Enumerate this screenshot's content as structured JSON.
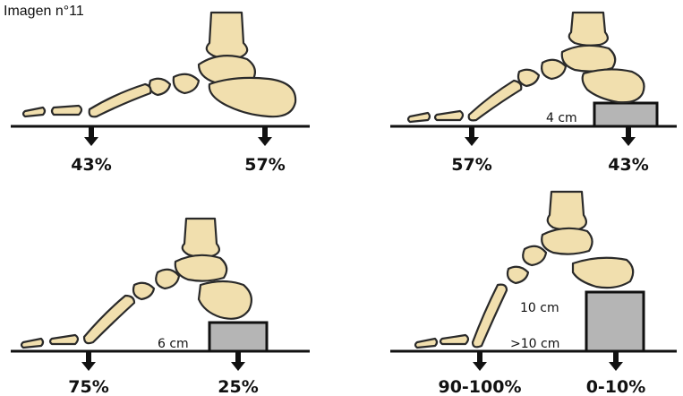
{
  "caption": "Imagen n°11",
  "panels": [
    {
      "id": "flat",
      "toe_load": "43%",
      "heel_load": "57%",
      "heel_block": ""
    },
    {
      "id": "heel-4cm",
      "toe_load": "57%",
      "heel_load": "43%",
      "heel_block": "4 cm"
    },
    {
      "id": "heel-6cm",
      "toe_load": "75%",
      "heel_load": "25%",
      "heel_block": "6 cm"
    },
    {
      "id": "heel-10cm",
      "toe_load": "90-100%",
      "heel_load": "0-10%",
      "heel_block": "10 cm",
      "heel_block_extra": ">10 cm"
    }
  ],
  "colors": {
    "bone_fill": "#f1dfae",
    "outline": "#2a2a2a",
    "block_fill": "#b5b5b5",
    "ground": "#111111"
  },
  "icons": [
    "foot-skeleton-icon",
    "down-arrow-icon"
  ]
}
